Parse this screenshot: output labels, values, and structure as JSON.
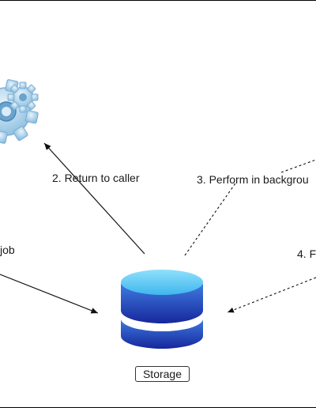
{
  "nodes": {
    "app_icon": "gears-icon",
    "storage": {
      "label": "Storage",
      "icon": "database-icon"
    }
  },
  "edges": [
    {
      "id": "return",
      "label": "2. Return to caller",
      "style": "solid"
    },
    {
      "id": "perform",
      "label": "3. Perform in backgrou",
      "style": "dashed"
    },
    {
      "id": "enqueue",
      "label": "job",
      "style": "solid"
    },
    {
      "id": "fetch",
      "label": "4. F",
      "style": "dashed"
    }
  ],
  "colors": {
    "db_top": "#6fd3f7",
    "db_body_light": "#3a73d6",
    "db_body_dark": "#1a2fa8",
    "gear": "#a9cfe8"
  }
}
